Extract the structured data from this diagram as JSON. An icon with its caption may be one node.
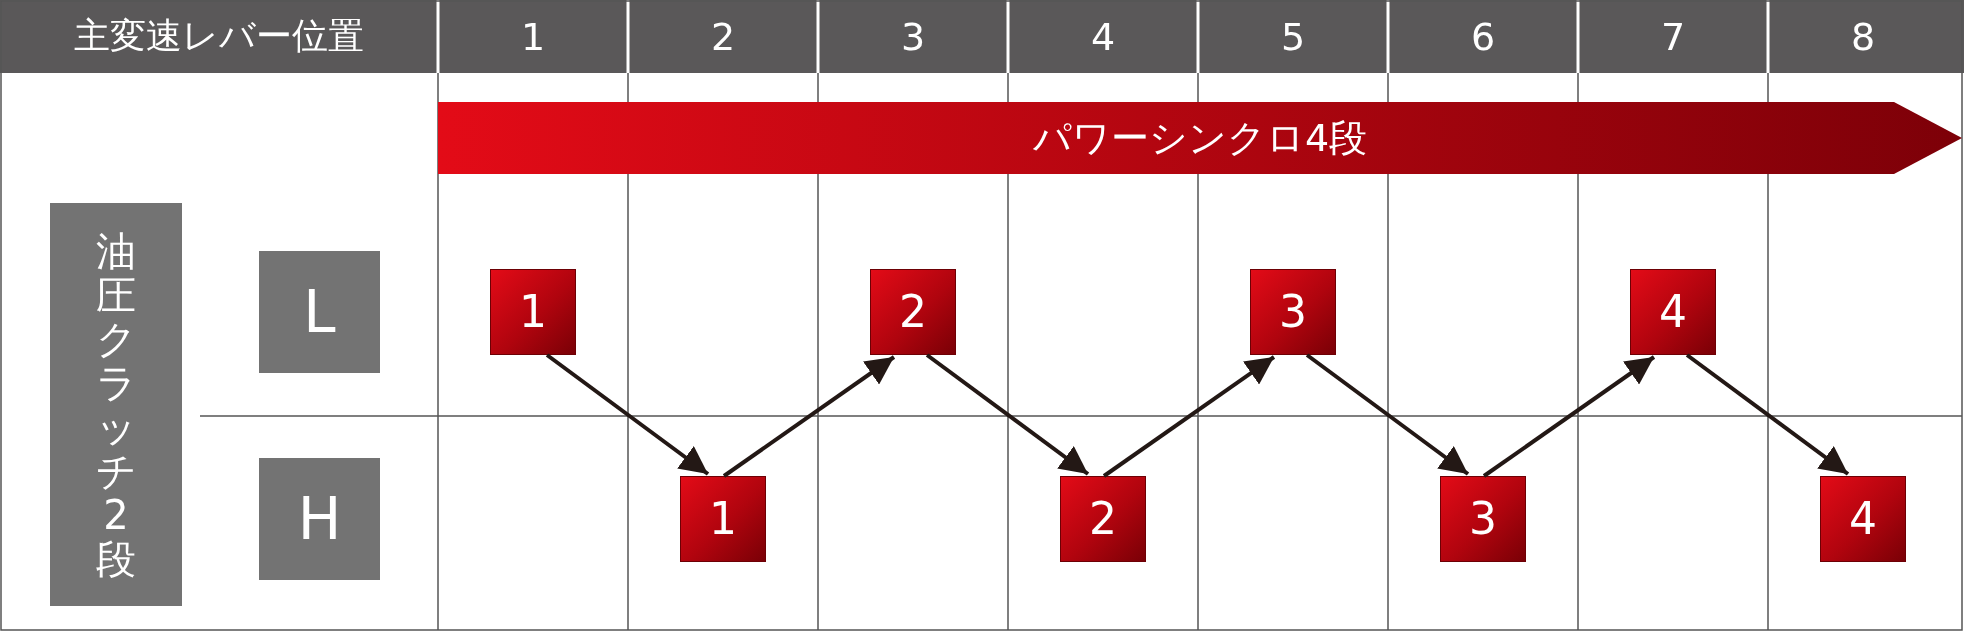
{
  "diagram": {
    "nodes": [
      {
        "text": [
          "パワーシンクロ4段"
        ]
      },
      {
        "text": [
          "油圧クラッチ2段"
        ]
      },
      {
        "text": [
          "L"
        ]
      },
      {
        "text": [
          "1"
        ]
      },
      {
        "text": [
          "2"
        ]
      },
      {
        "text": [
          "3"
        ]
      },
      {
        "text": [
          "4"
        ]
      },
      {
        "text": [
          "H"
        ]
      },
      {
        "text": [
          "1"
        ]
      },
      {
        "text": [
          "2"
        ]
      },
      {
        "text": [
          "3"
        ]
      },
      {
        "text": [
          "4"
        ]
      }
    ],
    "edges": [
      {
        "from": 3,
        "to": 8,
        "arrow": "to"
      },
      {
        "from": 8,
        "to": 4,
        "arrow": "to"
      },
      {
        "from": 4,
        "to": 9,
        "arrow": "to"
      },
      {
        "from": 9,
        "to": 5,
        "arrow": "to"
      },
      {
        "from": 5,
        "to": 10,
        "arrow": "to"
      },
      {
        "from": 10,
        "to": 6,
        "arrow": "to"
      },
      {
        "from": 6,
        "to": 11,
        "arrow": "to"
      }
    ],
    "labels": [
      "主変速レバー位置",
      "1",
      "2",
      "3",
      "4",
      "5",
      "6",
      "7",
      "8"
    ]
  }
}
